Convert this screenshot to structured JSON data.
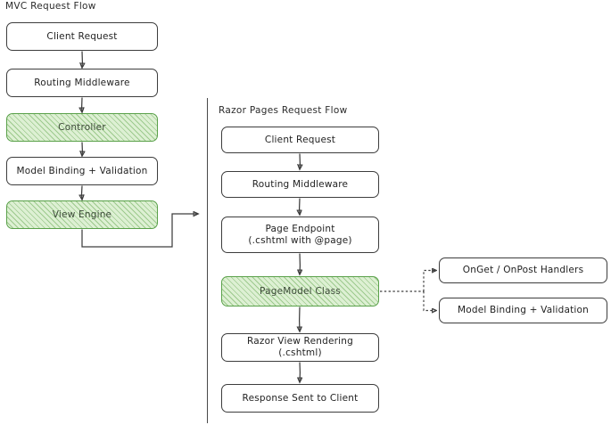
{
  "diagram": {
    "type": "flowchart",
    "style": "hand-drawn-sketch",
    "background": "#ffffff",
    "accent_green_fill": "#ddf0d3",
    "accent_green_border": "#5aa14a",
    "stroke_color": "#3d3d3d"
  },
  "mvc_section": {
    "title": "MVC Request Flow",
    "nodes": [
      {
        "id": "mvc-client-request",
        "label": "Client Request",
        "highlight": false
      },
      {
        "id": "mvc-routing",
        "label": "Routing Middleware",
        "highlight": false
      },
      {
        "id": "mvc-controller",
        "label": "Controller",
        "highlight": true
      },
      {
        "id": "mvc-model-binding",
        "label": "Model Binding + Validation",
        "highlight": false
      },
      {
        "id": "mvc-view-engine",
        "label": "View Engine",
        "highlight": true
      }
    ]
  },
  "razor_section": {
    "title": "Razor Pages Request Flow",
    "nodes": [
      {
        "id": "rp-client-request",
        "label": "Client Request",
        "highlight": false
      },
      {
        "id": "rp-routing",
        "label": "Routing Middleware",
        "highlight": false
      },
      {
        "id": "rp-page-endpoint",
        "label": "Page Endpoint\n(.cshtml with @page)",
        "highlight": false
      },
      {
        "id": "rp-pagemodel",
        "label": "PageModel Class",
        "highlight": true
      },
      {
        "id": "rp-razor-view",
        "label": "Razor View Rendering (.cshtml)",
        "highlight": false
      },
      {
        "id": "rp-response",
        "label": "Response Sent to Client",
        "highlight": false
      }
    ]
  },
  "detail_section": {
    "nodes": [
      {
        "id": "handlers",
        "label": "OnGet / OnPost Handlers",
        "highlight": false
      },
      {
        "id": "model-binding",
        "label": "Model Binding + Validation",
        "highlight": false
      }
    ]
  }
}
